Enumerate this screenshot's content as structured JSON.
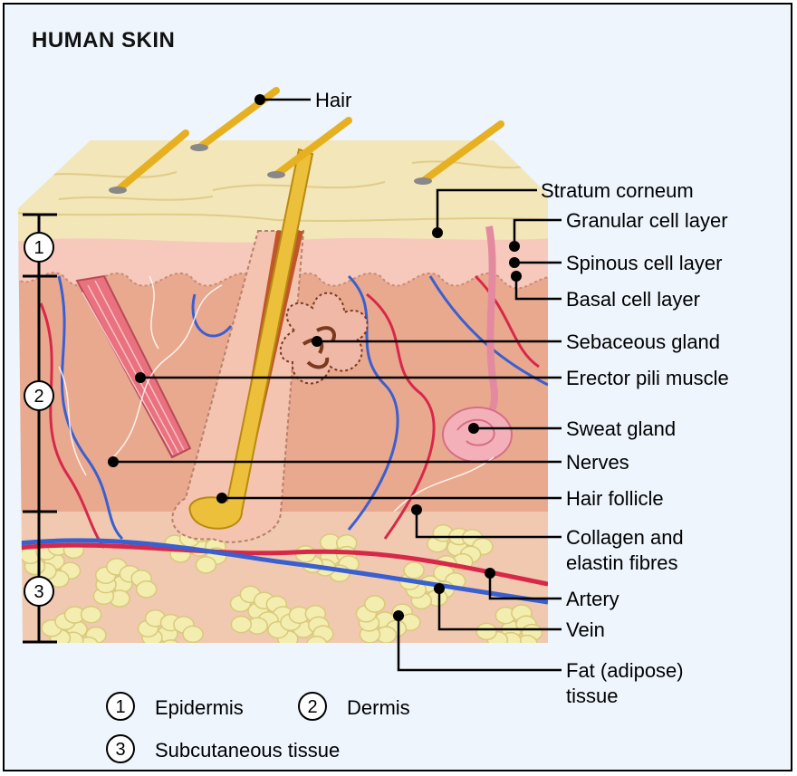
{
  "title": "HUMAN SKIN",
  "labels": {
    "hair": "Hair",
    "stratum_corneum": "Stratum corneum",
    "granular": "Granular cell layer",
    "spinous": "Spinous cell layer",
    "basal": "Basal cell layer",
    "sebaceous": "Sebaceous gland",
    "erector": "Erector pili muscle",
    "sweat": "Sweat gland",
    "nerves": "Nerves",
    "follicle": "Hair follicle",
    "collagen_1": "Collagen and",
    "collagen_2": "elastin fibres",
    "artery": "Artery",
    "vein": "Vein",
    "fat_1": "Fat (adipose)",
    "fat_2": "tissue"
  },
  "layer_numbers": {
    "epidermis": "1",
    "dermis": "2",
    "subcutaneous": "3"
  },
  "legend": {
    "n1": "1",
    "epidermis": "Epidermis",
    "n2": "2",
    "dermis": "Dermis",
    "n3": "3",
    "subcutaneous": "Subcutaneous tissue"
  },
  "colors": {
    "background": "#eef5fc",
    "stratum_corneum": "#f3e6b8",
    "epidermis": "#f6c9bc",
    "dermis": "#e9a98f",
    "fat": "#f3edb0",
    "artery": "#d8284a",
    "vein": "#3355cc",
    "hair": "#e6b020"
  }
}
